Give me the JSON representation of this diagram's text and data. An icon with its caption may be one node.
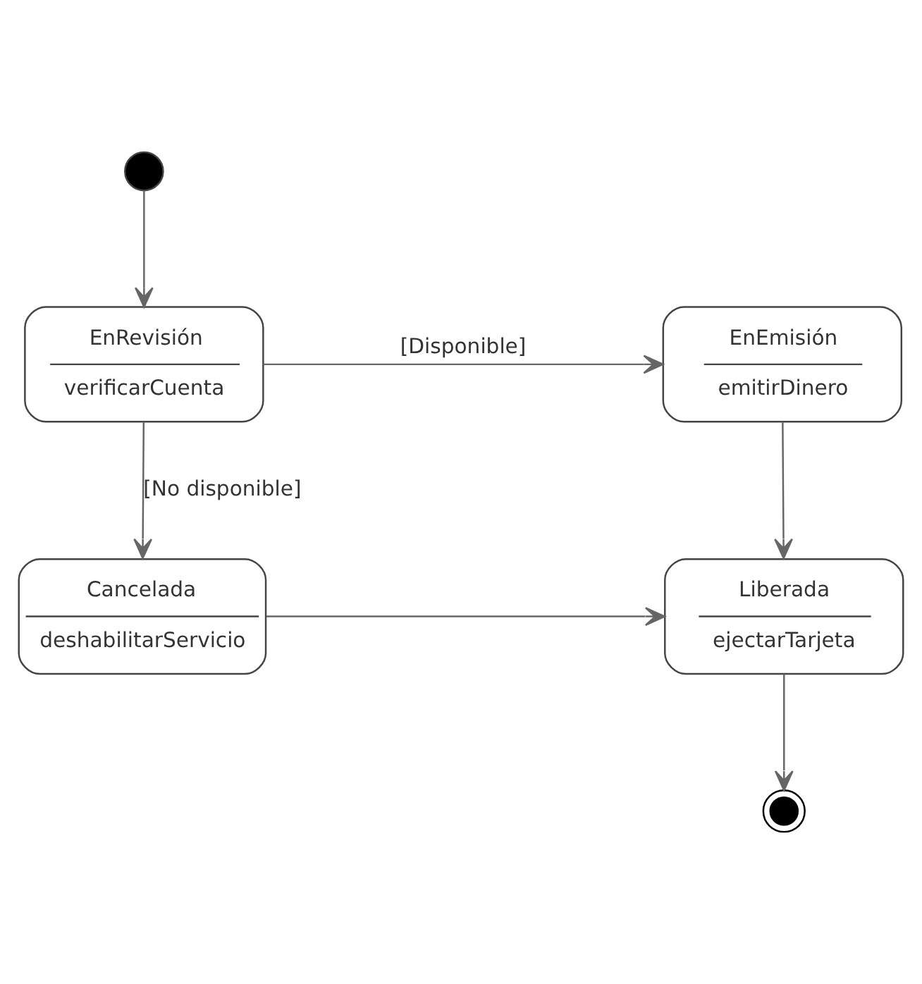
{
  "diagram": {
    "nodes": [
      {
        "text": [],
        "shape": "circle"
      },
      {
        "text": [
          "EnRevisión",
          "verificarCuenta"
        ]
      },
      {
        "text": [
          "EnEmisión",
          "emitirDinero"
        ]
      },
      {
        "text": [
          "Cancelada",
          "deshabilitarServicio"
        ]
      },
      {
        "text": [
          "Liberada",
          "ejectarTarjeta"
        ]
      },
      {
        "text": [],
        "shape": "bullseye"
      }
    ],
    "edges": [
      {
        "from": 0,
        "to": 1,
        "arrow": "to"
      },
      {
        "from": 1,
        "to": 2,
        "arrow": "to",
        "label": "[Disponible]"
      },
      {
        "from": 1,
        "to": 3,
        "arrow": "to",
        "label": "[No disponible]"
      },
      {
        "from": 2,
        "to": 4,
        "arrow": "to"
      },
      {
        "from": 3,
        "to": 4,
        "arrow": "to"
      },
      {
        "from": 4,
        "to": 5,
        "arrow": "to"
      }
    ]
  }
}
